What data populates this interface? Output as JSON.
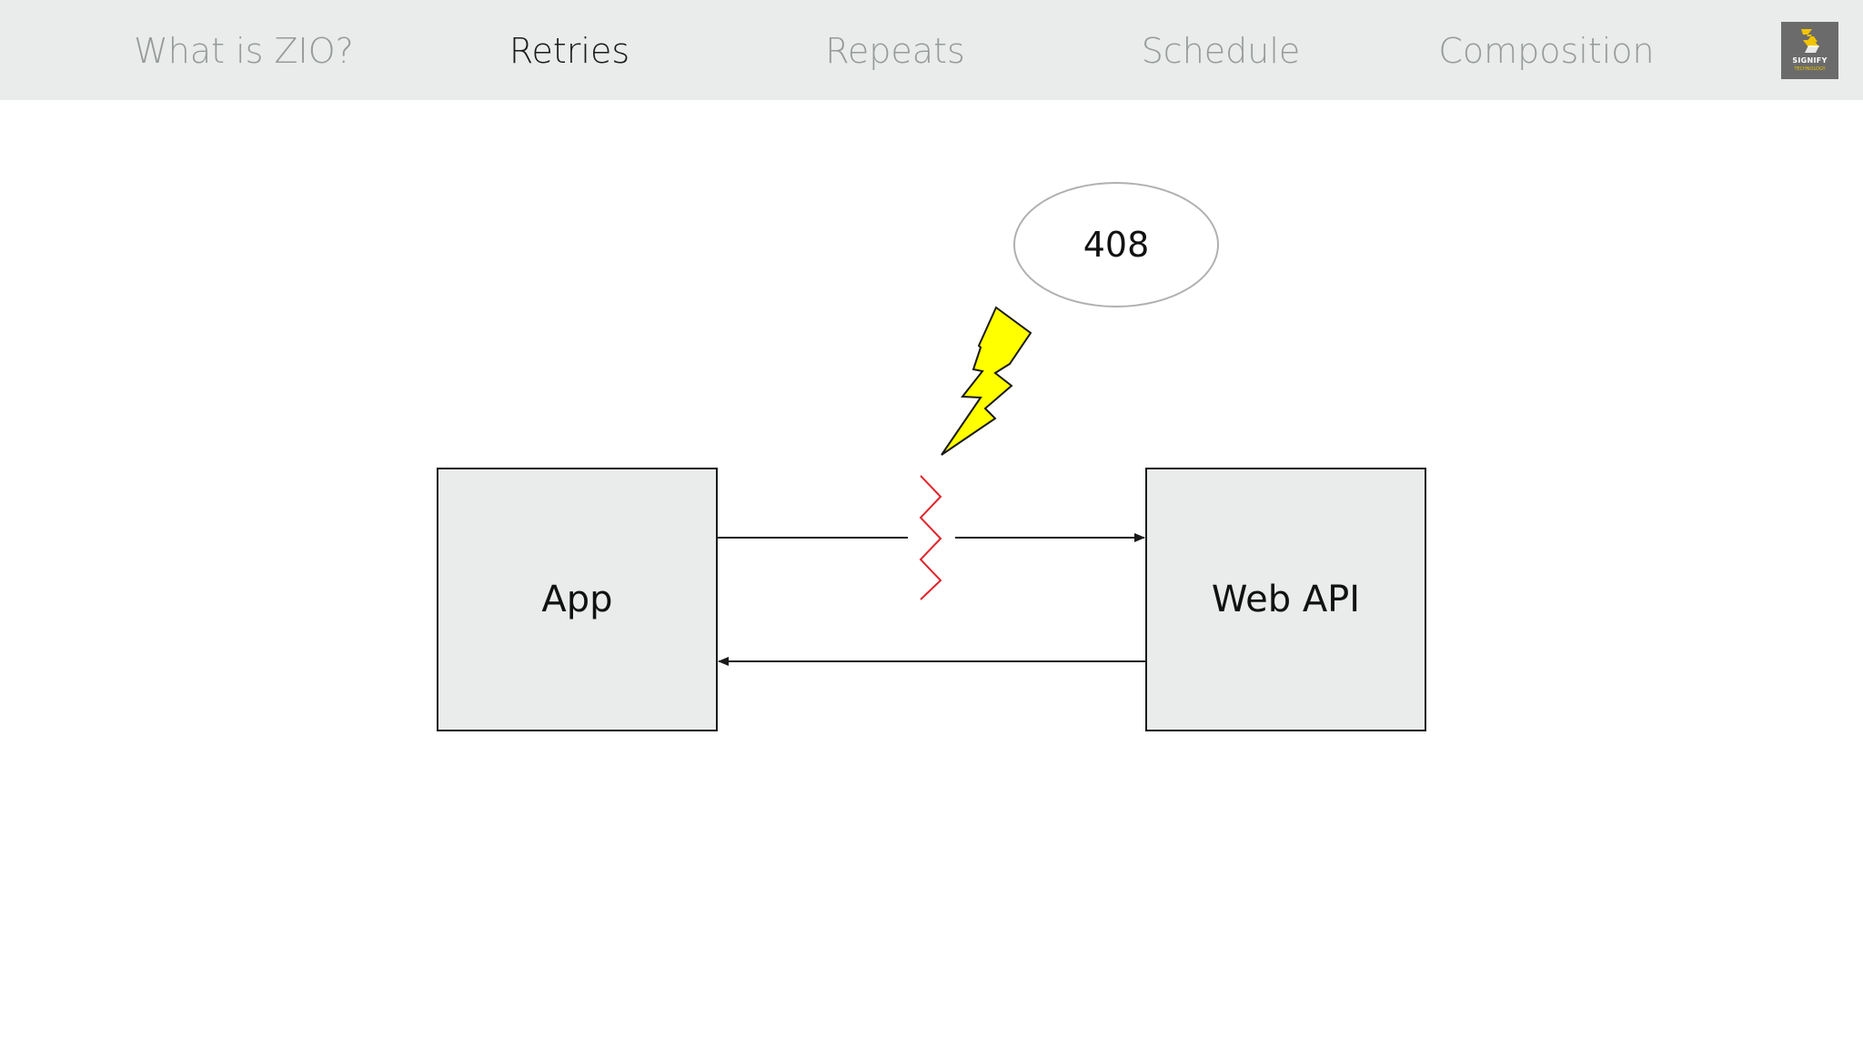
{
  "nav": {
    "items": [
      {
        "label": "What is ZIO?",
        "active": false
      },
      {
        "label": "Retries",
        "active": true
      },
      {
        "label": "Repeats",
        "active": false
      },
      {
        "label": "Schedule",
        "active": false
      },
      {
        "label": "Composition",
        "active": false
      }
    ],
    "logo": {
      "name": "SIGNIFY",
      "tagline": "TECHNOLOGY"
    }
  },
  "diagram": {
    "left_box": "App",
    "right_box": "Web API",
    "error_code": "408"
  },
  "colors": {
    "nav_background": "#e9eceb",
    "nav_inactive_text": "#969a99",
    "nav_active_text": "#1a1a1a",
    "box_fill": "#e9eceb",
    "lightning_fill": "#ffff00",
    "break_mark": "#e0242b",
    "logo_background": "#6b6b6b",
    "logo_accent": "#f2c500"
  }
}
